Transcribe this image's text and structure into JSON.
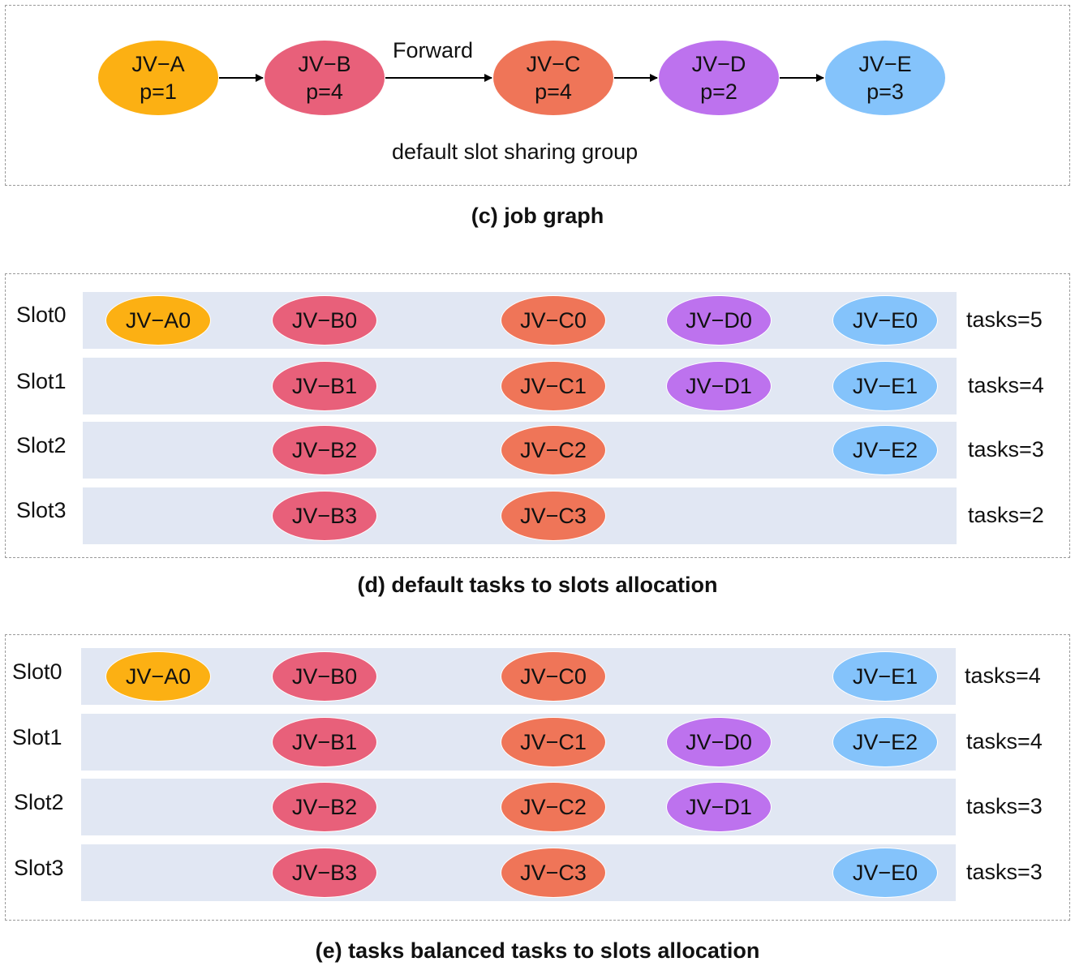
{
  "job_graph": {
    "caption": "(c) job graph",
    "group_label": "default slot sharing group",
    "edge_label": "Forward",
    "nodes": [
      {
        "id": "A",
        "name": "JV−A",
        "parallelism": "p=1",
        "color": "#fcb013"
      },
      {
        "id": "B",
        "name": "JV−B",
        "parallelism": "p=4",
        "color": "#e8607a"
      },
      {
        "id": "C",
        "name": "JV−C",
        "parallelism": "p=4",
        "color": "#ef7558"
      },
      {
        "id": "D",
        "name": "JV−D",
        "parallelism": "p=2",
        "color": "#bd72ee"
      },
      {
        "id": "E",
        "name": "JV−E",
        "parallelism": "p=3",
        "color": "#84c3fb"
      }
    ]
  },
  "default_allocation": {
    "caption": "(d) default tasks to slots allocation",
    "slots": [
      {
        "label": "Slot0",
        "tasks": {
          "A": "JV−A0",
          "B": "JV−B0",
          "C": "JV−C0",
          "D": "JV−D0",
          "E": "JV−E0"
        },
        "count": "tasks=5"
      },
      {
        "label": "Slot1",
        "tasks": {
          "B": "JV−B1",
          "C": "JV−C1",
          "D": "JV−D1",
          "E": "JV−E1"
        },
        "count": "tasks=4"
      },
      {
        "label": "Slot2",
        "tasks": {
          "B": "JV−B2",
          "C": "JV−C2",
          "E": "JV−E2"
        },
        "count": "tasks=3"
      },
      {
        "label": "Slot3",
        "tasks": {
          "B": "JV−B3",
          "C": "JV−C3"
        },
        "count": "tasks=2"
      }
    ]
  },
  "balanced_allocation": {
    "caption": "(e) tasks balanced tasks to slots allocation",
    "slots": [
      {
        "label": "Slot0",
        "tasks": {
          "A": "JV−A0",
          "B": "JV−B0",
          "C": "JV−C0",
          "E": "JV−E1"
        },
        "count": "tasks=4"
      },
      {
        "label": "Slot1",
        "tasks": {
          "B": "JV−B1",
          "C": "JV−C1",
          "D": "JV−D0",
          "E": "JV−E2"
        },
        "count": "tasks=4"
      },
      {
        "label": "Slot2",
        "tasks": {
          "B": "JV−B2",
          "C": "JV−C2",
          "D": "JV−D1"
        },
        "count": "tasks=3"
      },
      {
        "label": "Slot3",
        "tasks": {
          "B": "JV−B3",
          "C": "JV−C3",
          "E": "JV−E0"
        },
        "count": "tasks=3"
      }
    ]
  }
}
